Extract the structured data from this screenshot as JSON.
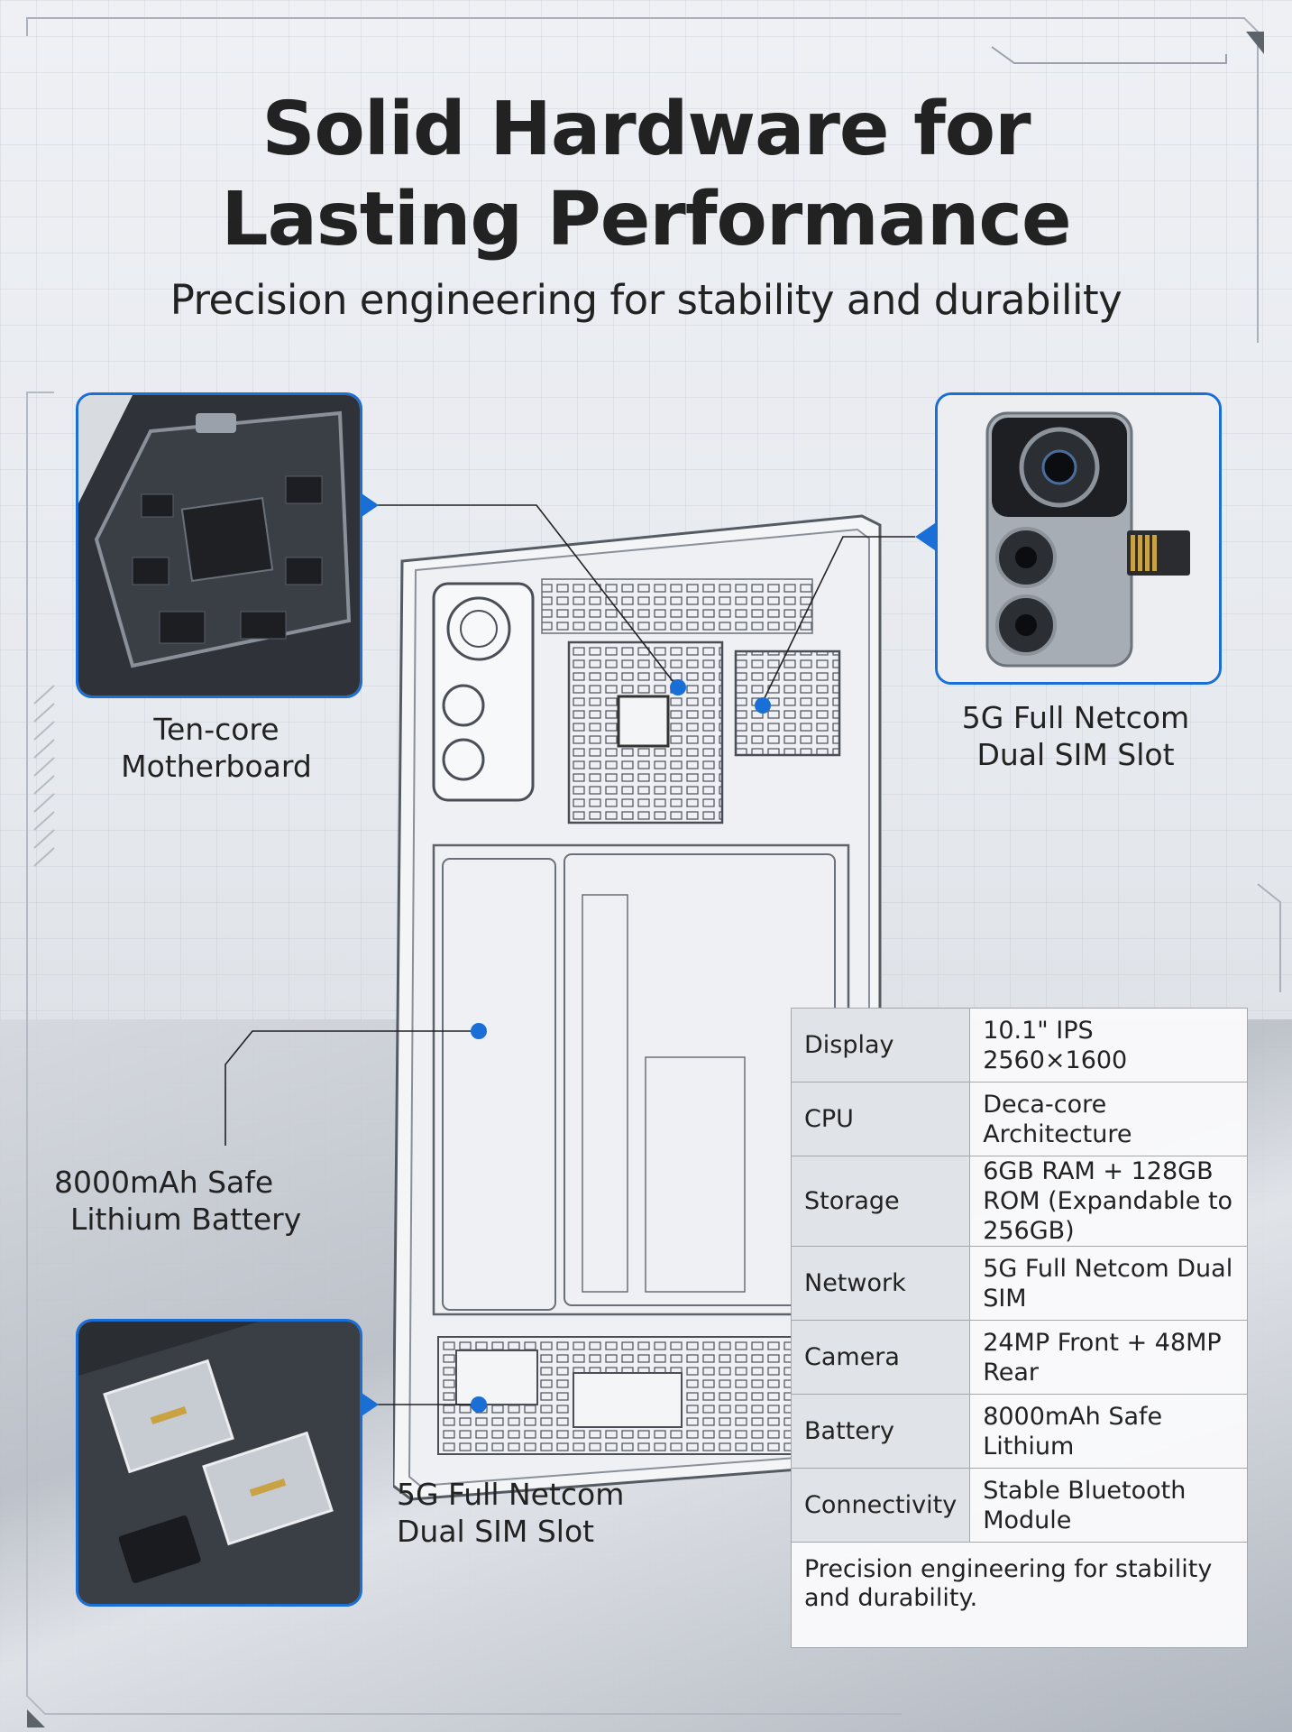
{
  "header": {
    "title_line1": "Solid Hardware for",
    "title_line2": "Lasting Performance",
    "subtitle": "Precision engineering for stability and durability"
  },
  "callouts": {
    "motherboard": "Ten-core Motherboard",
    "sim_top": "5G Full Netcom Dual SIM Slot",
    "battery_line1": "8000mAh Safe",
    "battery_line2": "Lithium Battery",
    "sim_bottom_line1": "5G Full Netcom",
    "sim_bottom_line2": "Dual SIM Slot"
  },
  "specs": [
    {
      "key": "Display",
      "value": "10.1\" IPS 2560×1600"
    },
    {
      "key": "CPU",
      "value": "Deca-core Architecture"
    },
    {
      "key": "Storage",
      "value": "6GB RAM + 128GB ROM (Expandable to 256GB)"
    },
    {
      "key": "Network",
      "value": "5G Full Netcom Dual SIM"
    },
    {
      "key": "Camera",
      "value": "24MP Front + 48MP Rear"
    },
    {
      "key": "Battery",
      "value": "8000mAh Safe Lithium"
    },
    {
      "key": "Connectivity",
      "value": "Stable Bluetooth Module"
    }
  ],
  "spec_footer": "Precision engineering for stability and durability.",
  "colors": {
    "accent": "#1a6fd6",
    "text": "#222222"
  }
}
